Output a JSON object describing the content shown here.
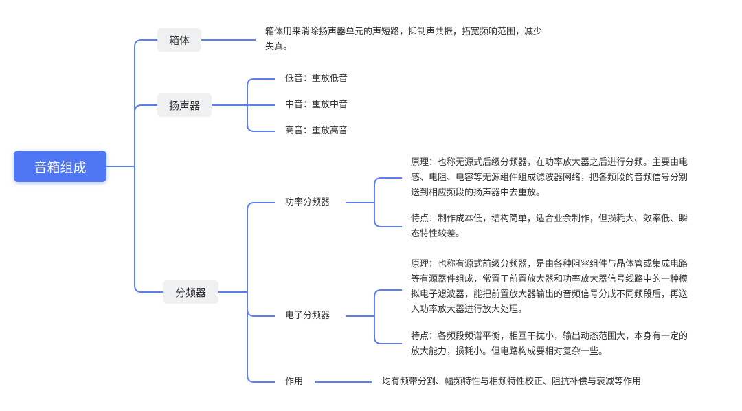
{
  "root": {
    "label": "音箱组成"
  },
  "branches": {
    "cabinet": {
      "label": "箱体",
      "desc_line1": "箱体用来消除扬声器单元的声短路，抑制声共振，拓宽频响范围，减少",
      "desc_line2": "失真。"
    },
    "speaker": {
      "label": "扬声器",
      "items": [
        {
          "label": "低音：重放低音"
        },
        {
          "label": "中音：重放中音"
        },
        {
          "label": "高音：重放高音"
        }
      ]
    },
    "crossover": {
      "label": "分频器",
      "passive": {
        "label": "功率分频器",
        "principle_lines": [
          "原理：也称无源式后级分频器，在功率放大器之后进行分频。主要由电",
          "感、电阻、电容等无源组件组成滤波器网络，把各频段的音频信号分别",
          "送到相应频段的扬声器中去重放。"
        ],
        "feature_lines": [
          "特点：制作成本低，结构简单，适合业余制作，但损耗大、效率低、瞬",
          "态特性较差。"
        ]
      },
      "active": {
        "label": "电子分频器",
        "principle_lines": [
          "原理：也称有源式前级分频器，是由各种阻容组件与晶体管或集成电路",
          "等有源器件组成，常置于前置放大器和功率放大器信号线路中的一种模",
          "拟电子滤波器，能把前置放大器输出的音频信号分成不同频段后，再送",
          "入功率放大器进行放大处理。"
        ],
        "feature_lines": [
          "特点：各频段频谱平衡，相互干扰小，输出动态范围大，本身有一定的",
          "放大能力，损耗小。但电路构成要相对复杂一些。"
        ]
      },
      "function": {
        "label": "作用",
        "desc": "均有频带分割、幅频特性与相频特性校正、阻抗补偿与衰减等作用"
      }
    }
  },
  "colors": {
    "accent": "#4f77f3",
    "line": "#5b7ff2",
    "node_bg": "#eff0f2",
    "text": "#333333"
  }
}
